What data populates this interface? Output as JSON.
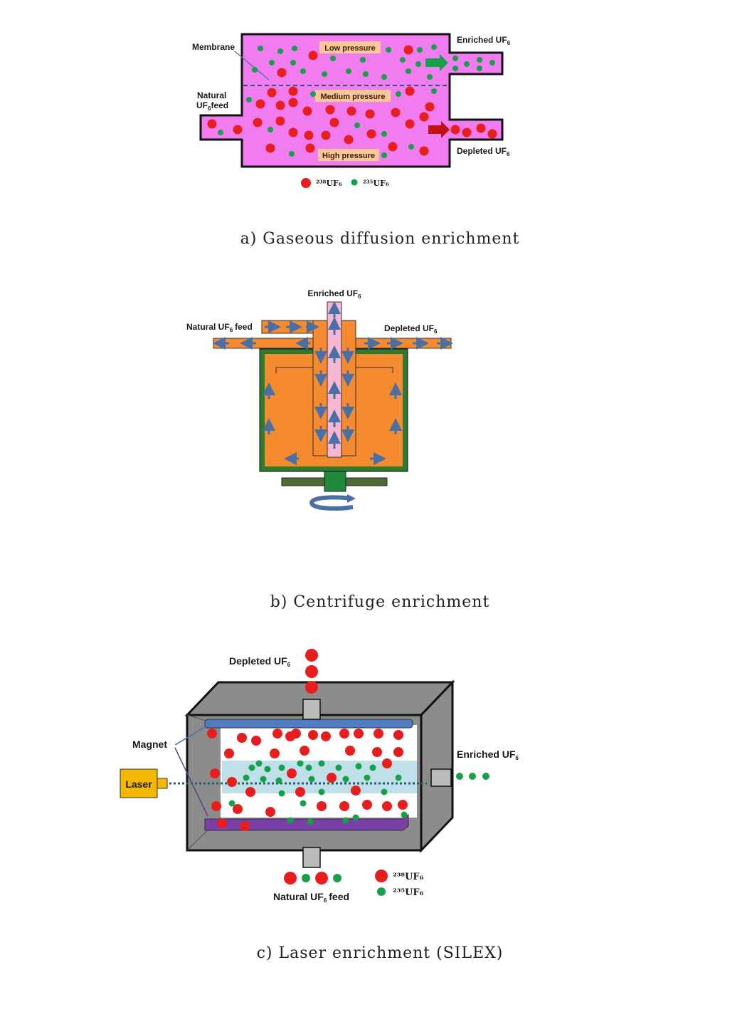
{
  "figure_a": {
    "labels": {
      "membrane": "Membrane",
      "natural_feed_1": "Natural",
      "natural_feed_2": "UF",
      "natural_feed_2_sub": "6",
      "natural_feed_2_tail": "feed",
      "enriched": "Enriched UF",
      "depleted": "Depleted UF",
      "sub6": "6",
      "low_pressure": "Low pressure",
      "medium_pressure": "Medium pressure",
      "high_pressure": "High pressure"
    },
    "legend": {
      "u238": "²³⁸UF₆",
      "u235": "²³⁵UF₆"
    },
    "caption": "a)  Gaseous  diffusion  enrichment"
  },
  "figure_b": {
    "labels": {
      "enriched": "Enriched UF",
      "natural_feed": "Natural UF",
      "natural_feed_tail": "feed",
      "depleted": "Depleted UF",
      "sub6": "6"
    },
    "caption": "b)  Centrifuge  enrichment"
  },
  "figure_c": {
    "labels": {
      "depleted": "Depleted UF",
      "enriched": "Enriched UF",
      "magnet": "Magnet",
      "laser": "Laser",
      "natural_feed": "Natural UF",
      "natural_feed_tail": "feed",
      "sub6": "6"
    },
    "legend": {
      "u238": "²³⁸UF₆",
      "u235": "²³⁵UF₆"
    },
    "caption": "c)  Laser  enrichment  (SILEX)"
  },
  "colors": {
    "u238": "#e81e1e",
    "u235": "#17a04a",
    "diffusion_gas": "#f07cf0",
    "centrifuge_gas": "#f58a2e",
    "centrifuge_casing": "#2f7a2f",
    "laser_box": "#f5b800",
    "chamber": "#8c8c8c"
  }
}
